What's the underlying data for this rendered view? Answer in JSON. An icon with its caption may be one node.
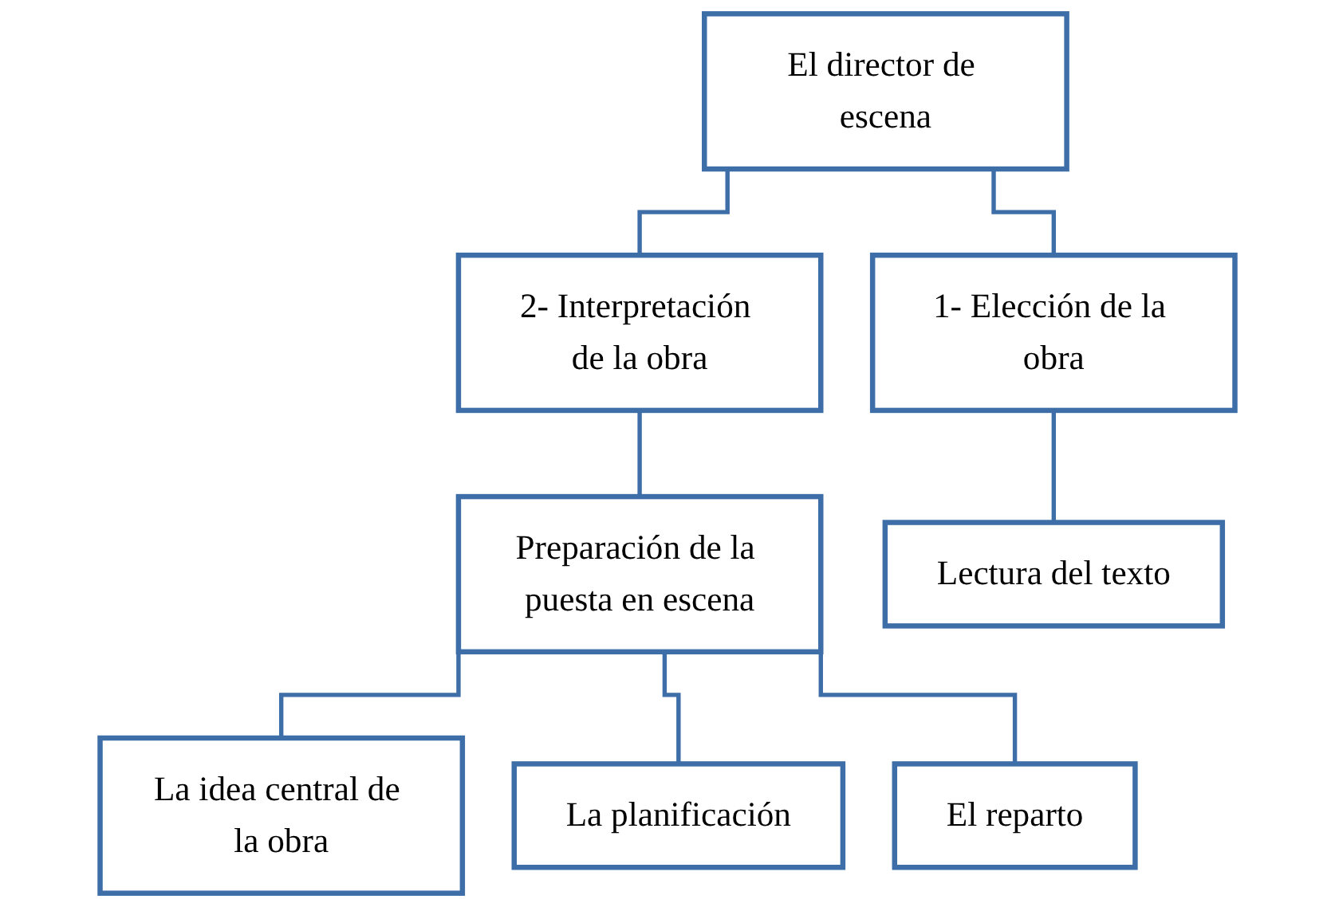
{
  "diagram": {
    "nodes": [
      {
        "text": [
          "El director de escena"
        ]
      },
      {
        "text": [
          "2- Interpretación de la obra"
        ]
      },
      {
        "text": [
          "1- Elección de la obra"
        ]
      },
      {
        "text": [
          "Preparación de la puesta en escena"
        ]
      },
      {
        "text": [
          "La idea central de la obra"
        ]
      },
      {
        "text": [
          "La planificación"
        ]
      },
      {
        "text": [
          "El reparto"
        ]
      },
      {
        "text": [
          "Lectura del texto"
        ]
      }
    ],
    "edges": [
      {
        "from": 0,
        "to": 1,
        "arrow": "none"
      },
      {
        "from": 0,
        "to": 2,
        "arrow": "none"
      },
      {
        "from": 1,
        "to": 3,
        "arrow": "none"
      },
      {
        "from": 3,
        "to": 4,
        "arrow": "none"
      },
      {
        "from": 3,
        "to": 5,
        "arrow": "none"
      },
      {
        "from": 3,
        "to": 6,
        "arrow": "none"
      },
      {
        "from": 2,
        "to": 7,
        "arrow": "none"
      }
    ]
  }
}
